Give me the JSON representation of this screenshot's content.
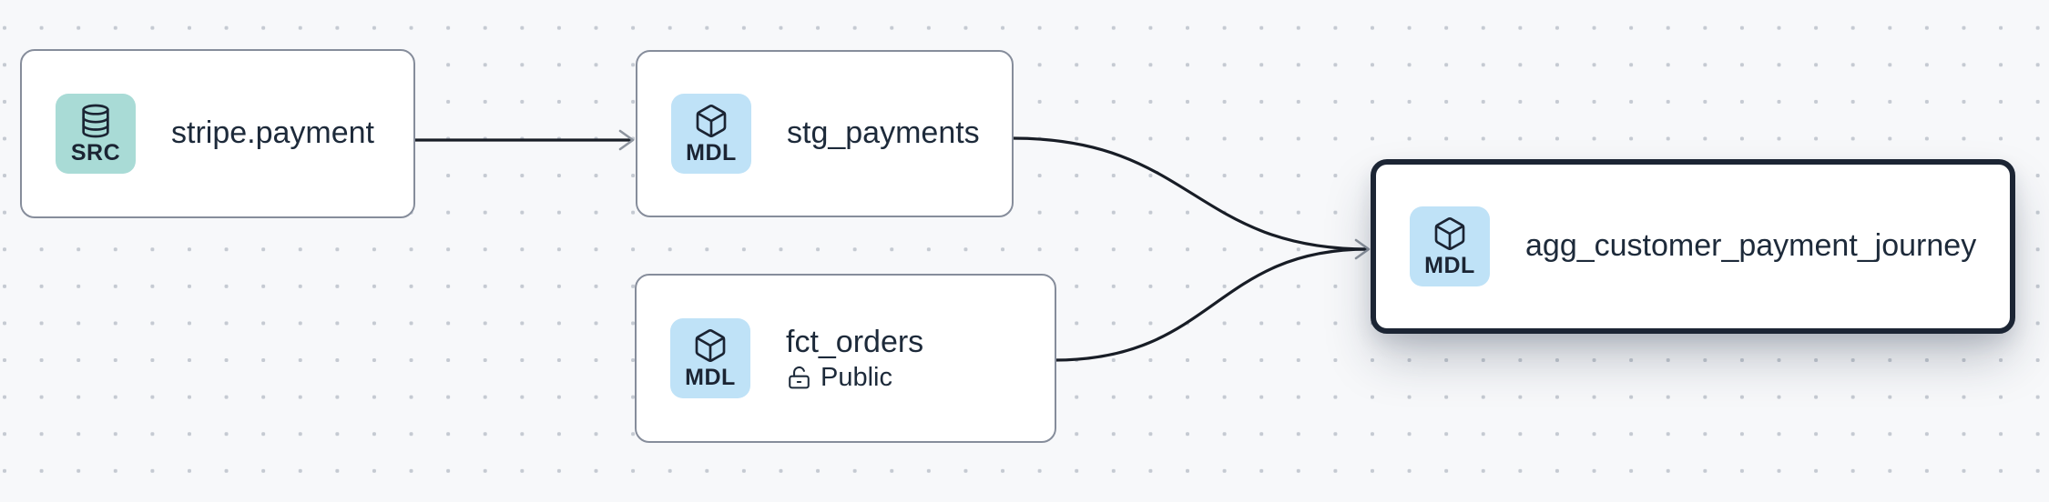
{
  "diagram": {
    "type": "data-lineage-graph",
    "nodes": [
      {
        "id": "stripe.payment",
        "title": "stripe.payment",
        "badge": "SRC",
        "icon": "database-icon",
        "selected": false
      },
      {
        "id": "stg_payments",
        "title": "stg_payments",
        "badge": "MDL",
        "icon": "cube-icon",
        "selected": false
      },
      {
        "id": "fct_orders",
        "title": "fct_orders",
        "badge": "MDL",
        "icon": "cube-icon",
        "subtitle": "Public",
        "subtitle_icon": "unlock-icon",
        "selected": false
      },
      {
        "id": "agg_customer_payment_journey",
        "title": "agg_customer_payment_journey",
        "badge": "MDL",
        "icon": "cube-icon",
        "selected": true
      }
    ],
    "edges": [
      {
        "from": "stripe.payment",
        "to": "stg_payments"
      },
      {
        "from": "stg_payments",
        "to": "agg_customer_payment_journey"
      },
      {
        "from": "fct_orders",
        "to": "agg_customer_payment_journey"
      }
    ],
    "colors": {
      "canvas_background": "#f7f8fa",
      "grid_dot": "#c5cad2",
      "node_background": "#ffffff",
      "node_border": "#868d9b",
      "selected_node_border": "#1c2534",
      "edge_stroke": "#181d26",
      "arrowhead_stroke": "#8d949e",
      "source_badge_background": "#a9dbd6",
      "model_badge_background": "#bfe2f7",
      "text": "#1d2a3a"
    }
  }
}
